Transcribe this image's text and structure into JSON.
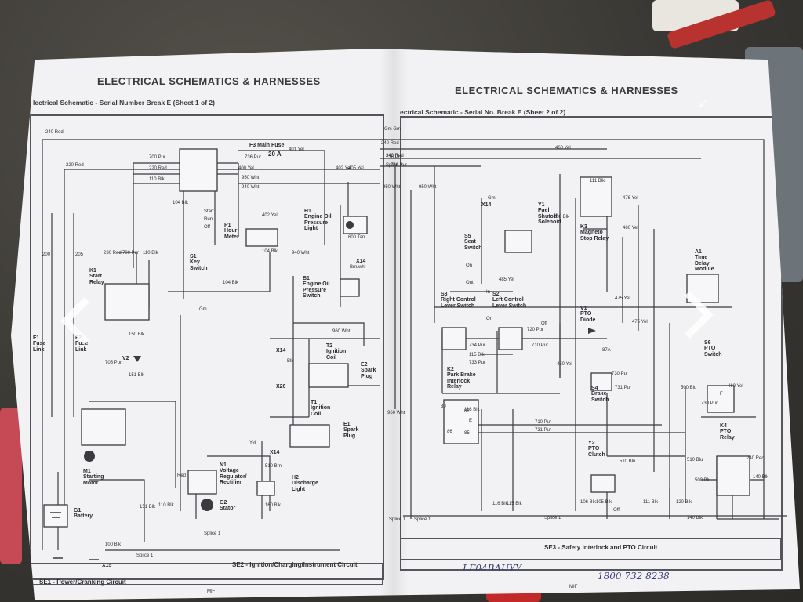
{
  "sheet_left": {
    "header": "ELECTRICAL  SCHEMATICS & HARNESSES",
    "subheader": "lectrical Schematic - Serial Number Break E (Sheet 1 of 2)"
  },
  "sheet_right": {
    "header": "ELECTRICAL  SCHEMATICS & HARNESSES",
    "subheader": "ectrical Schematic - Serial No. Break E (Sheet 2 of 2)"
  },
  "components": {
    "f3": "F3 Main Fuse",
    "f3_rating": "20 A",
    "k1": "K1\nStart\nRelay",
    "s1": "S1\nKey\nSwitch",
    "key_start": "Start",
    "key_run": "Run",
    "key_off": "Off",
    "p1": "P1\nHour\nMeter",
    "h1": "H1\nEngine Oil\nPressure\nLight",
    "b1": "B1\nEngine Oil\nPressure\nSwitch",
    "f1": "F1\nFuse\nLink",
    "f2": "F2\nFuse\nLink",
    "v2": "V2",
    "t2": "T2\nIgnition\nCoil",
    "e2": "E2\nSpark\nPlug",
    "t1": "T1\nIgnition\nCoil",
    "e1": "E1\nSpark\nPlug",
    "x14": "X14",
    "x26": "X26",
    "m1": "M1\nStarting\nMotor",
    "g1": "G1\nBattery",
    "n1": "N1\nVoltage\nRegulator/\nRectifier",
    "g2": "G2\nStator",
    "h2": "H2\nDischarge\nLight",
    "x15": "X15",
    "y1": "Y1\nFuel\nShutoff\nSolenoid",
    "k3": "K3\nMagneto\nStop Relay",
    "s5": "S5\nSeat\nSwitch",
    "a1": "A1\nTime\nDelay\nModule",
    "s3": "S3\nRight Control\nLever Switch",
    "s2": "S2\nLeft Control\nLever Switch",
    "v1": "V1\nPTO\nDiode",
    "s6": "S6\nPTO\nSwitch",
    "k2": "K2\nPark Brake\nInterlock\nRelay",
    "s4": "S4\nBrake\nSwitch",
    "y2": "Y2\nPTO\nClutch",
    "k4": "K4\nPTO\nRelay"
  },
  "wire_labels": [
    "240 Red",
    "220 Red",
    "700 Pur",
    "220 Red",
    "110 Blk",
    "401 Yel",
    "736 Pur",
    "400 Yel",
    "950 Wht",
    "940 Wht",
    "402 Yel",
    "405 Yel",
    "104 Blk",
    "402 Yel",
    "104 Blk",
    "600 Tan",
    "Brn/wht",
    "104 Blk",
    "940 Wht",
    "200",
    "205",
    "230 Red",
    "700 Pur",
    "110 Blk",
    "150 Blk",
    "705 Pur",
    "151 Blk",
    "Gm",
    "960 Wht",
    "Blk",
    "Red",
    "Yel",
    "510 Brn",
    "160 Blk",
    "151 Blk",
    "110 Blk",
    "100 Blk",
    "Spilce 1",
    "Splice 1",
    "Gm Gm",
    "240 Red",
    "240 Red",
    "Splice 2",
    "460 Yel",
    "736 Pur",
    "736 Pur",
    "950 Wht",
    "950 Wht",
    "111 Blk",
    "476 Yel",
    "Gm",
    "460 Yel",
    "108 Blk",
    "475 Yel",
    "485 Yel",
    "734 Pur",
    "115 Blk",
    "733 Pur",
    "720 Pur",
    "710 Pur",
    "475 Yel",
    "450 Yel",
    "730 Pur",
    "731 Pur",
    "960 Wht",
    "118 Blk",
    "710 Pur",
    "731 Pur",
    "510 Blu",
    "500 Blu",
    "460 Yel",
    "730 Pur",
    "510 Blu",
    "240 Red",
    "500 Blu",
    "140 Blk",
    "116 Blk",
    "115 Blk",
    "106 Blk",
    "105 Blk",
    "111 Blk",
    "120 Blk",
    "140 Blk",
    "Splice 1",
    "Splice 1",
    "Splice 1",
    "Off",
    "On",
    "Out",
    "In",
    "On",
    "Off",
    "87A",
    "30",
    "87",
    "86",
    "85",
    "E",
    "F"
  ],
  "footers": {
    "se1": "SE1 - Power/Cranking Circuit",
    "se2": "SE2 - Ignition/Charging/Instrument Circuit",
    "se3": "SE3 - Safety Interlock and PTO Circuit",
    "mif_left": "MIF",
    "mif_right": "MIF"
  },
  "handwriting": {
    "code": "LF04BAUYY",
    "phone": "1800 732 8238"
  },
  "colors": {
    "paper": "#f2f2f4",
    "ink": "#2e2e33",
    "handwriting_ink": "#3b3f7a",
    "nav_overlay": "#ffffff"
  },
  "icons": [
    "chevron-left-icon",
    "chevron-right-icon",
    "expand-icon"
  ]
}
